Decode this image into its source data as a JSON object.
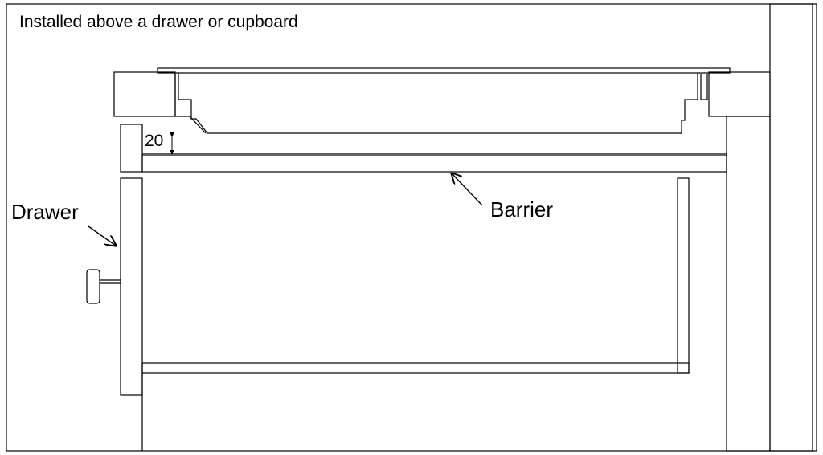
{
  "figure": {
    "title": "Installed above a drawer or cupboard",
    "labels": {
      "drawer": "Drawer",
      "barrier": "Barrier",
      "clearance": "20"
    }
  }
}
